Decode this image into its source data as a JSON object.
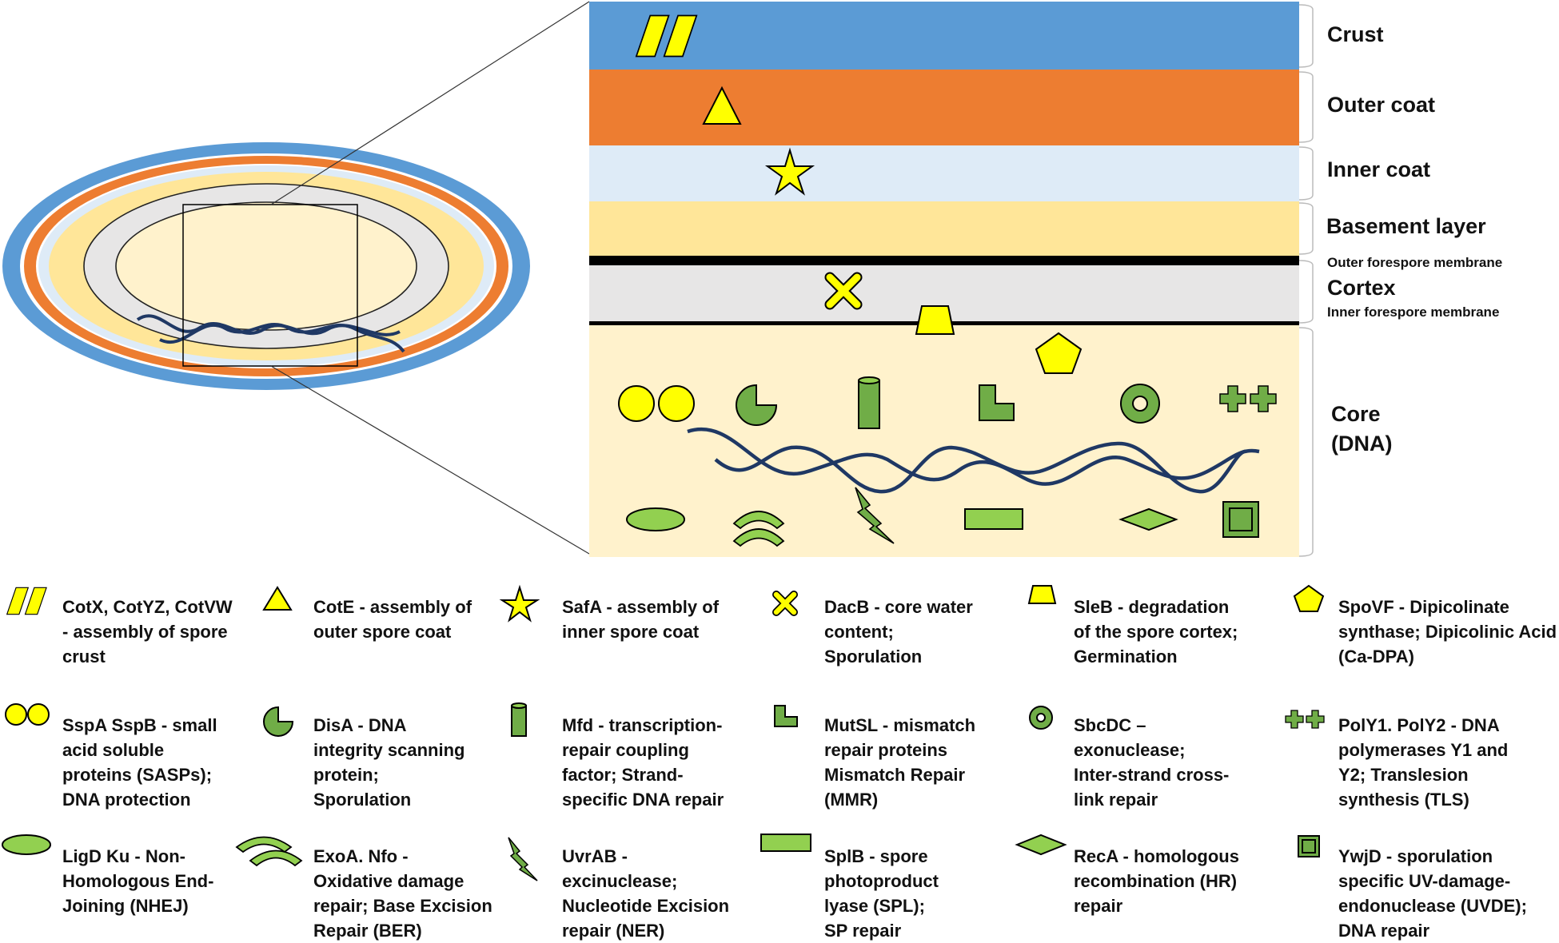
{
  "layers": [
    {
      "label": "Crust",
      "color": "#5b9bd5"
    },
    {
      "label": "Outer coat",
      "color": "#ed7d31"
    },
    {
      "label": "Inner coat",
      "color": "#deebf7"
    },
    {
      "label": "Basement layer",
      "color": "#ffe699"
    },
    {
      "label": "Cortex",
      "color": "#e7e6e6"
    },
    {
      "label": "Core",
      "label2": "(DNA)",
      "color": "#fff2cc"
    }
  ],
  "membranes": {
    "outer": "Outer forespore membrane",
    "inner": "Inner forespore membrane"
  },
  "colors": {
    "yellow": "#ffff00",
    "green": "#70ad47",
    "light_green": "#92d050",
    "dna": "#1f3864",
    "outline": "#000000"
  },
  "legend": [
    {
      "icon": "parallelogram-pair-icon",
      "lines": [
        "CotX, CotYZ, CotVW",
        " -  assembly of spore",
        "crust"
      ]
    },
    {
      "icon": "triangle-icon",
      "lines": [
        "CotE - assembly of",
        "outer spore coat"
      ]
    },
    {
      "icon": "star-icon",
      "lines": [
        "SafA - assembly of",
        "inner spore coat"
      ]
    },
    {
      "icon": "x-cross-icon",
      "lines": [
        "DacB - core water",
        "content;",
        "Sporulation"
      ]
    },
    {
      "icon": "trapezoid-icon",
      "lines": [
        "SleB - degradation",
        "of the spore cortex;",
        "Germination"
      ]
    },
    {
      "icon": "pentagon-icon",
      "lines": [
        "SpoVF -  Dipicolinate",
        "synthase; Dipicolinic Acid",
        "(Ca-DPA)"
      ]
    },
    {
      "icon": "double-circle-icon",
      "lines": [
        "SspA SspB - small",
        "acid soluble",
        "proteins (SASPs);",
        "DNA protection"
      ]
    },
    {
      "icon": "pie-wedge-icon",
      "lines": [
        "DisA - DNA",
        "integrity scanning",
        "protein;",
        "Sporulation"
      ]
    },
    {
      "icon": "cylinder-icon",
      "lines": [
        "Mfd - transcription-",
        "repair coupling",
        "factor; Strand-",
        "specific DNA repair"
      ]
    },
    {
      "icon": "l-shape-icon",
      "lines": [
        "MutSL - mismatch",
        "repair proteins",
        "Mismatch Repair",
        "(MMR)"
      ]
    },
    {
      "icon": "ring-icon",
      "lines": [
        "SbcDC –",
        "exonuclease;",
        "Inter-strand cross-",
        "link repair"
      ]
    },
    {
      "icon": "double-plus-icon",
      "lines": [
        "PolY1. PolY2 - DNA",
        "polymerases Y1 and",
        "Y2; Translesion",
        "synthesis (TLS)"
      ]
    },
    {
      "icon": "ellipse-icon",
      "lines": [
        "LigD Ku - Non-",
        "Homologous End-",
        "Joining (NHEJ)"
      ]
    },
    {
      "icon": "arcs-icon",
      "lines": [
        "ExoA. Nfo  -",
        "Oxidative damage",
        "repair; Base Excision",
        "Repair (BER)"
      ]
    },
    {
      "icon": "lightning-icon",
      "lines": [
        "UvrAB -",
        "excinuclease;",
        "Nucleotide Excision",
        "repair (NER)"
      ]
    },
    {
      "icon": "rectangle-icon",
      "lines": [
        "SplB - spore",
        "photoproduct",
        "lyase (SPL);",
        "SP repair"
      ]
    },
    {
      "icon": "diamond-icon",
      "lines": [
        "RecA - homologous",
        "recombination (HR)",
        "repair"
      ]
    },
    {
      "icon": "framed-square-icon",
      "lines": [
        "YwjD - sporulation",
        "specific UV-damage-",
        "endonuclease (UVDE);",
        "DNA repair"
      ]
    }
  ]
}
